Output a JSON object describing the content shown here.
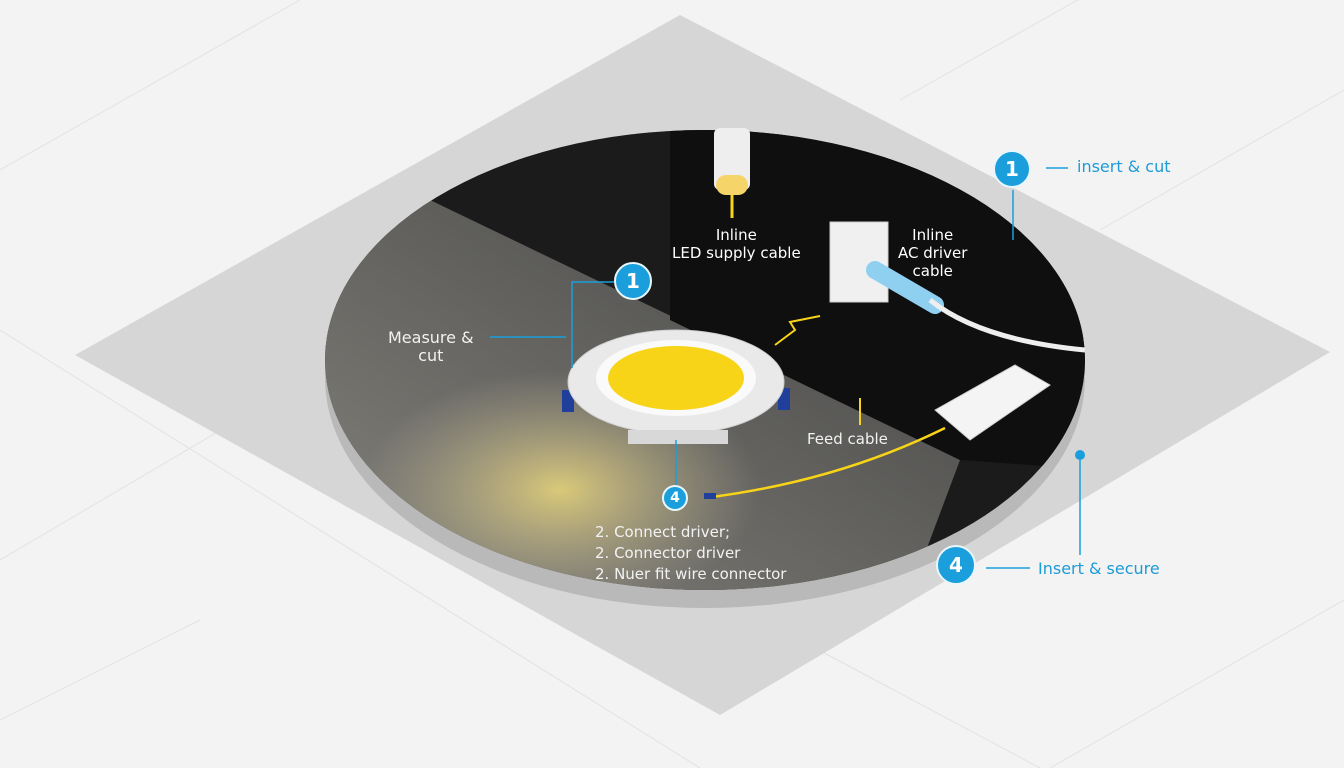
{
  "colors": {
    "accent": "#1a9fdc",
    "led": "#f7d417",
    "disk": "#1b1b1b",
    "plane": "#d9d9d9"
  },
  "labels": {
    "led_supply": [
      "Inline",
      "LED supply cable"
    ],
    "ac_driver": [
      "Inline",
      "AC driver",
      "cable"
    ],
    "measure_cut": [
      "Measure &",
      "cut"
    ],
    "feed_cable": "Feed cable",
    "insert_cut": "insert & cut",
    "insert_secure": "Insert & secure",
    "steps": [
      "2. Connect driver;",
      "2. Connector driver",
      "2. Nuer fit wire connector"
    ]
  },
  "badges": {
    "top_right": "1",
    "center": "1",
    "lower": "4",
    "right": "4"
  }
}
